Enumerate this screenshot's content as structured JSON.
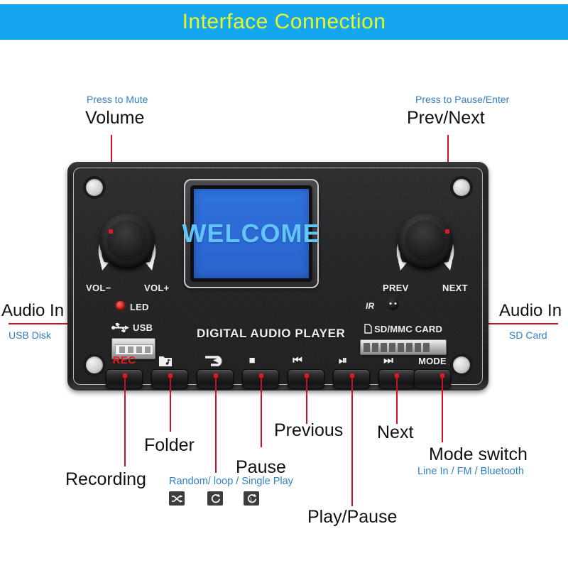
{
  "header": {
    "title": "Interface  Connection",
    "bg": "#14a7ef",
    "text_color": "#e9f72a"
  },
  "annotations": {
    "volume_hint": "Press to Mute",
    "volume": "Volume",
    "prevnext_hint": "Press to Pause/Enter",
    "prevnext": "Prev/Next",
    "audio_in_left": "Audio In",
    "usb_disk": "USB Disk",
    "audio_in_right": "Audio In",
    "sd_card": "SD Card",
    "recording": "Recording",
    "folder": "Folder",
    "pause": "Pause",
    "previous": "Previous",
    "next": "Next",
    "play_pause": "Play/Pause",
    "mode_switch": "Mode switch",
    "mode_switch_sub": "Line In /  FM  / Bluetooth",
    "play_modes": "Random/ loop / Single Play",
    "play_mode_icons": [
      "shuffle-icon",
      "loop-icon",
      "single-repeat-icon"
    ]
  },
  "device": {
    "brand": "DIGITAL AUDIO PLAYER",
    "lcd_text": "WELCOME",
    "lcd_bg": "#2f72de",
    "lcd_fg": "#62c4fb",
    "left_knob": {
      "min_label": "VOL−",
      "max_label": "VOL+"
    },
    "right_knob": {
      "min_label": "PREV",
      "max_label": "NEXT"
    },
    "led_label": "LED",
    "usb_label": "USB",
    "ir_label": "IR",
    "sd_label": "SD/MMC CARD",
    "buttons": [
      {
        "name": "rec",
        "label": "REC",
        "kind": "text-red"
      },
      {
        "name": "folder",
        "label": "❑",
        "kind": "folder"
      },
      {
        "name": "repeat",
        "label": "↷",
        "kind": "repeat"
      },
      {
        "name": "stop",
        "label": "■",
        "kind": "glyph"
      },
      {
        "name": "previous",
        "label": "⏮",
        "kind": "glyph"
      },
      {
        "name": "play-pause",
        "label": "⏯",
        "kind": "glyph"
      },
      {
        "name": "next",
        "label": "⏭",
        "kind": "glyph"
      },
      {
        "name": "mode",
        "label": "MODE",
        "kind": "text"
      }
    ]
  },
  "colors": {
    "leader": "#cf1020",
    "annotation_dark": "#111111",
    "annotation_blue": "#2f7fc4",
    "board": "#262628"
  }
}
